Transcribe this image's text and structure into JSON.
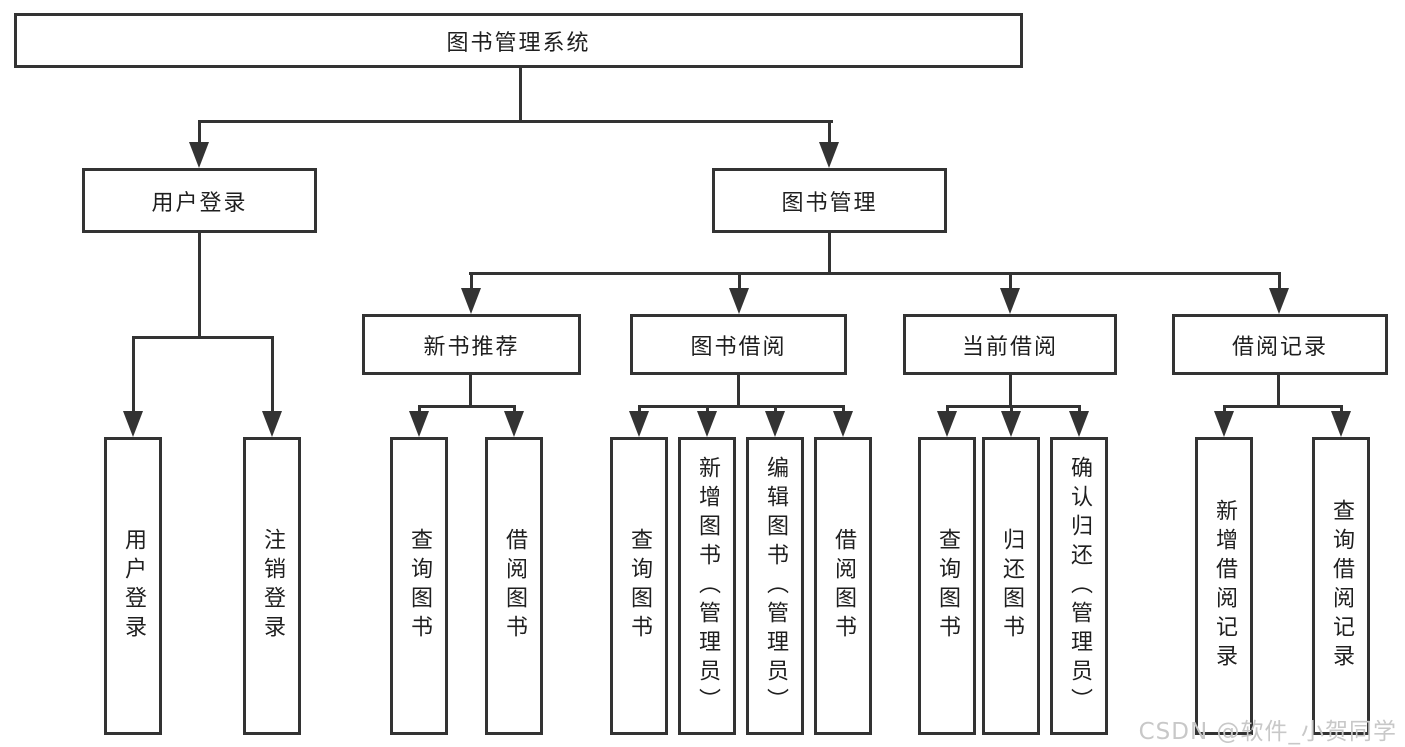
{
  "tree": {
    "root": {
      "label": "图书管理系统"
    },
    "level2": [
      {
        "id": "user-login",
        "label": "用户登录"
      },
      {
        "id": "book-management",
        "label": "图书管理"
      }
    ],
    "level3": [
      {
        "id": "new-book-recommend",
        "label": "新书推荐",
        "parent": "图书管理"
      },
      {
        "id": "book-borrow",
        "label": "图书借阅",
        "parent": "图书管理"
      },
      {
        "id": "current-borrow",
        "label": "当前借阅",
        "parent": "图书管理"
      },
      {
        "id": "borrow-record",
        "label": "借阅记录",
        "parent": "图书管理"
      }
    ],
    "leaves": [
      {
        "label": "用户登录",
        "parent": "用户登录"
      },
      {
        "label": "注销登录",
        "parent": "用户登录"
      },
      {
        "label": "查询图书",
        "parent": "新书推荐"
      },
      {
        "label": "借阅图书",
        "parent": "新书推荐"
      },
      {
        "label": "查询图书",
        "parent": "图书借阅"
      },
      {
        "label": "新增图书（管理员）",
        "parent": "图书借阅"
      },
      {
        "label": "编辑图书（管理员）",
        "parent": "图书借阅"
      },
      {
        "label": "借阅图书",
        "parent": "图书借阅"
      },
      {
        "label": "查询图书",
        "parent": "当前借阅"
      },
      {
        "label": "归还图书",
        "parent": "当前借阅"
      },
      {
        "label": "确认归还（管理员）",
        "parent": "当前借阅"
      },
      {
        "label": "新增借阅记录",
        "parent": "借阅记录"
      },
      {
        "label": "查询借阅记录",
        "parent": "借阅记录"
      }
    ]
  },
  "watermark": {
    "text": "CSDN @软件_小贺同学",
    "color": "#c8c8c8"
  },
  "colors": {
    "line": "#333333",
    "box_border": "#333333",
    "text": "#1f1f1f",
    "background": "#ffffff"
  }
}
